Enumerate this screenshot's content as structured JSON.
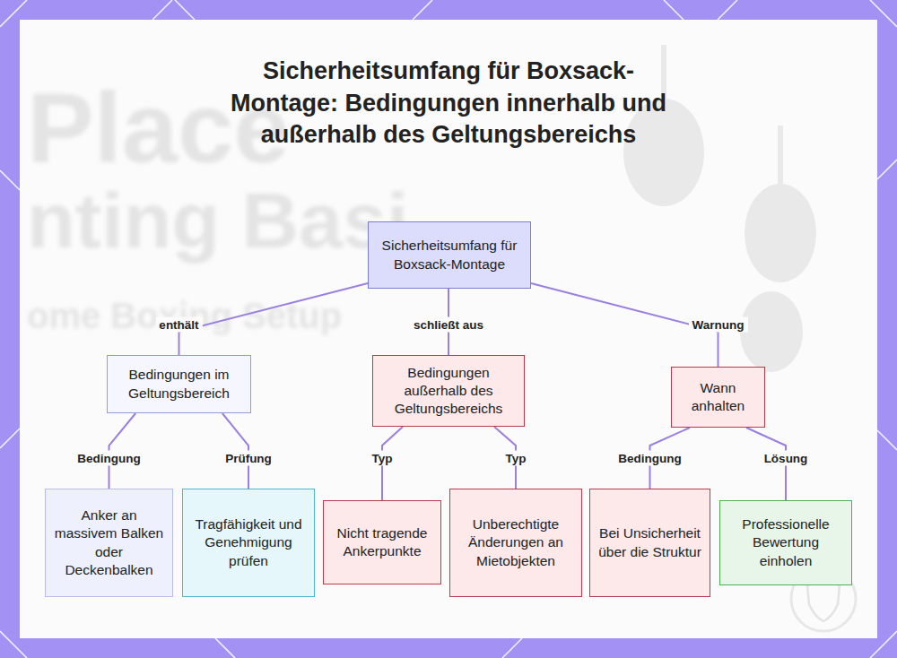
{
  "diagram": {
    "title": "Sicherheitsumfang für Boxsack-Montage: Bedingungen innerhalb und außerhalb des Geltungsbereichs",
    "nodes": [
      {
        "text": [
          "Sicherheitsumfang für Boxsack-Montage"
        ]
      },
      {
        "text": [
          "Bedingungen im Geltungsbereich"
        ]
      },
      {
        "text": [
          "Bedingungen außerhalb des Geltungsbereichs"
        ]
      },
      {
        "text": [
          "Wann anhalten"
        ]
      },
      {
        "text": [
          "Anker an massivem Balken oder Deckenbalken"
        ]
      },
      {
        "text": [
          "Tragfähigkeit und Genehmigung prüfen"
        ]
      },
      {
        "text": [
          "Nicht tragende Ankerpunkte"
        ]
      },
      {
        "text": [
          "Unberechtigte Änderungen an Mietobjekten"
        ]
      },
      {
        "text": [
          "Bei Unsicherheit über die Struktur"
        ]
      },
      {
        "text": [
          "Professionelle Bewertung einholen"
        ]
      }
    ],
    "edges": [
      {
        "from": 0,
        "to": 1,
        "label": "enthält",
        "arrow": "none"
      },
      {
        "from": 0,
        "to": 2,
        "label": "schließt aus",
        "arrow": "none"
      },
      {
        "from": 0,
        "to": 3,
        "label": "Warnung",
        "arrow": "none"
      },
      {
        "from": 1,
        "to": 4,
        "label": "Bedingung",
        "arrow": "none"
      },
      {
        "from": 1,
        "to": 5,
        "label": "Prüfung",
        "arrow": "none"
      },
      {
        "from": 2,
        "to": 6,
        "label": "Typ",
        "arrow": "none"
      },
      {
        "from": 2,
        "to": 7,
        "label": "Typ",
        "arrow": "none"
      },
      {
        "from": 3,
        "to": 8,
        "label": "Bedingung",
        "arrow": "none"
      },
      {
        "from": 3,
        "to": 9,
        "label": "Lösung",
        "arrow": "none"
      }
    ],
    "labels": [
      "Place",
      "nting Basi",
      "ome Boxing Setup"
    ]
  }
}
